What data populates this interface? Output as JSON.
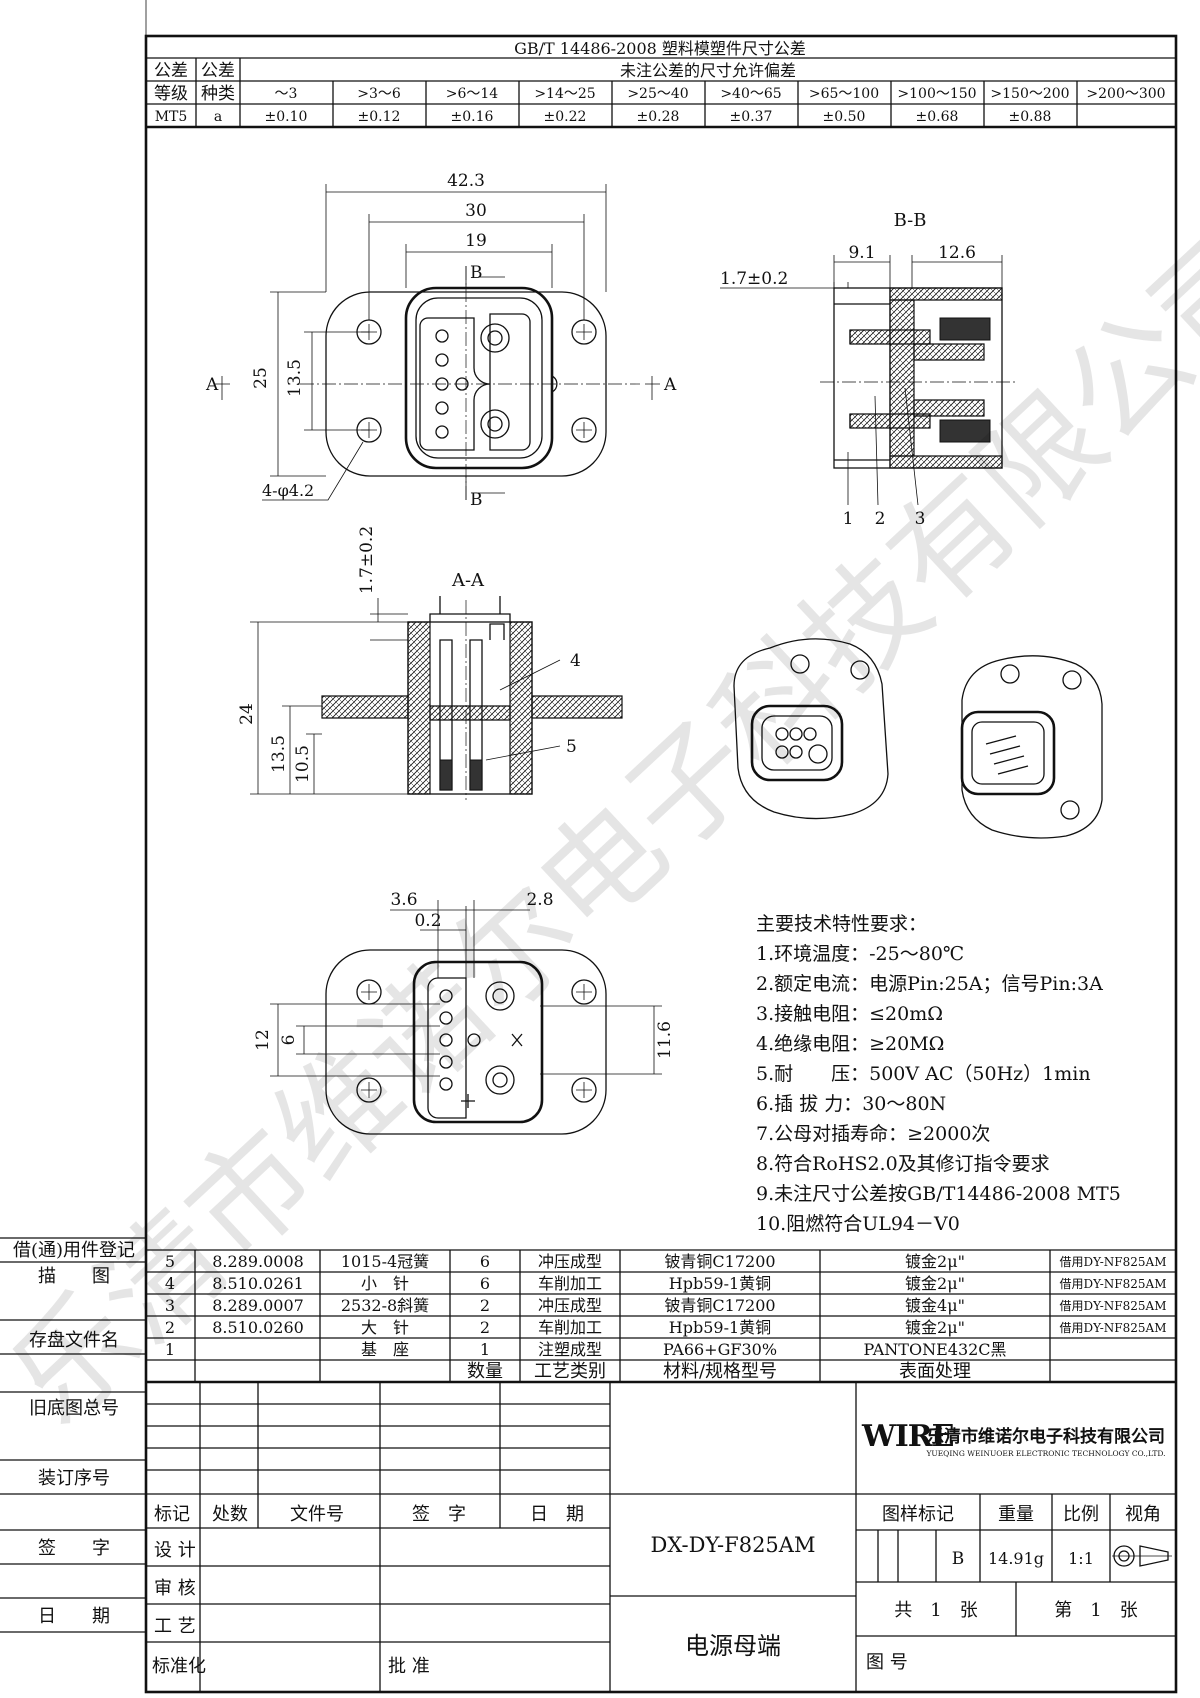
{
  "tolerance_table": {
    "title": "GB/T 14486-2008 塑料模塑件尺寸公差",
    "col_grade_top": "公差",
    "col_grade_bottom": "等级",
    "col_type_top": "公差",
    "col_type_bottom": "种类",
    "subtitle": "未注公差的尺寸允许偏差",
    "ranges": [
      "～3",
      ">3～6",
      ">6～14",
      ">14～25",
      ">25～40",
      ">40～65",
      ">65～100",
      ">100～150",
      ">150～200",
      ">200～300"
    ],
    "grade": "MT5",
    "type": "a",
    "values": [
      "±0.10",
      "±0.12",
      "±0.16",
      "±0.22",
      "±0.28",
      "±0.37",
      "±0.50",
      "±0.68",
      "±0.88",
      ""
    ]
  },
  "drawing": {
    "dims_top": {
      "d1": "42.3",
      "d2": "30",
      "d3": "19",
      "h1": "25",
      "h2": "13.5",
      "holes": "4-φ4.2",
      "a": "A",
      "b": "B"
    },
    "section_bb": {
      "title": "B-B",
      "d1": "9.1",
      "d2": "12.6",
      "d3": "1.7±0.2",
      "callouts": [
        "1",
        "2",
        "3"
      ]
    },
    "section_aa": {
      "title": "A-A",
      "d1": "1.7±0.2",
      "h1": "24",
      "h2": "13.5",
      "h3": "10.5",
      "callouts": [
        "4",
        "5"
      ]
    },
    "bottom_view": {
      "d1": "3.6",
      "d2": "2.8",
      "d3": "0.2",
      "h1": "12",
      "h2": "6",
      "h3": "11.6"
    }
  },
  "tech_requirements": {
    "heading": "主要技术特性要求：",
    "items": [
      "1.环境温度：-25～80℃",
      "2.额定电流：电源Pin:25A；信号Pin:3A",
      "3.接触电阻：≤20mΩ",
      "4.绝缘电阻：≥20MΩ",
      "5.耐　　压：500V AC（50Hz）1min",
      "6.插 拔 力：30～80N",
      "7.公母对插寿命：≥2000次",
      "8.符合RoHS2.0及其修订指令要求",
      "9.未注尺寸公差按GB/T14486-2008 MT5",
      "10.阻燃符合UL94－V0"
    ]
  },
  "left_margin": [
    "借(通)用件登记",
    "描　　图",
    "存盘文件名",
    "旧底图总号",
    "装订序号",
    "签　　字",
    "日　　期"
  ],
  "bom": {
    "rows": [
      [
        "5",
        "8.289.0008",
        "1015-4冠簧",
        "6",
        "冲压成型",
        "铍青铜C17200",
        "镀金2μ\"",
        "借用DY-NF825AM"
      ],
      [
        "4",
        "8.510.0261",
        "小　针",
        "6",
        "车削加工",
        "Hpb59-1黄铜",
        "镀金2μ\"",
        "借用DY-NF825AM"
      ],
      [
        "3",
        "8.289.0007",
        "2532-8斜簧",
        "2",
        "冲压成型",
        "铍青铜C17200",
        "镀金4μ\"",
        "借用DY-NF825AM"
      ],
      [
        "2",
        "8.510.0260",
        "大　针",
        "2",
        "车削加工",
        "Hpb59-1黄铜",
        "镀金2μ\"",
        "借用DY-NF825AM"
      ],
      [
        "1",
        "",
        "基　座",
        "1",
        "注塑成型",
        "PA66+GF30%",
        "PANTONE432C黑",
        ""
      ]
    ],
    "header": [
      "数量",
      "工艺类别",
      "材料/规格型号",
      "表面处理"
    ]
  },
  "title_block": {
    "company_logo": "WIRE",
    "company_cn": "乐清市维诺尔电子科技有限公司",
    "company_en": "YUEQING WEINUOER ELECTRONIC TECHNOLOGY CO.,LTD.",
    "rev_headers": [
      "标记",
      "处数",
      "文件号",
      "签　字",
      "日　期"
    ],
    "roles": [
      "设 计",
      "审 核",
      "工 艺",
      "标准化",
      "批 准"
    ],
    "drawing_no": "DX-DY-F825AM",
    "part_name": "电源母端",
    "mark_label": "图样标记",
    "weight_label": "重量",
    "scale_label": "比例",
    "view_label": "视角",
    "mark": "B",
    "weight": "14.91g",
    "scale": "1:1",
    "total": "共　1　张",
    "sheet": "第　1　张",
    "figure_no": "图 号"
  },
  "watermark": "乐清市维诺尔电子科技有限公司"
}
